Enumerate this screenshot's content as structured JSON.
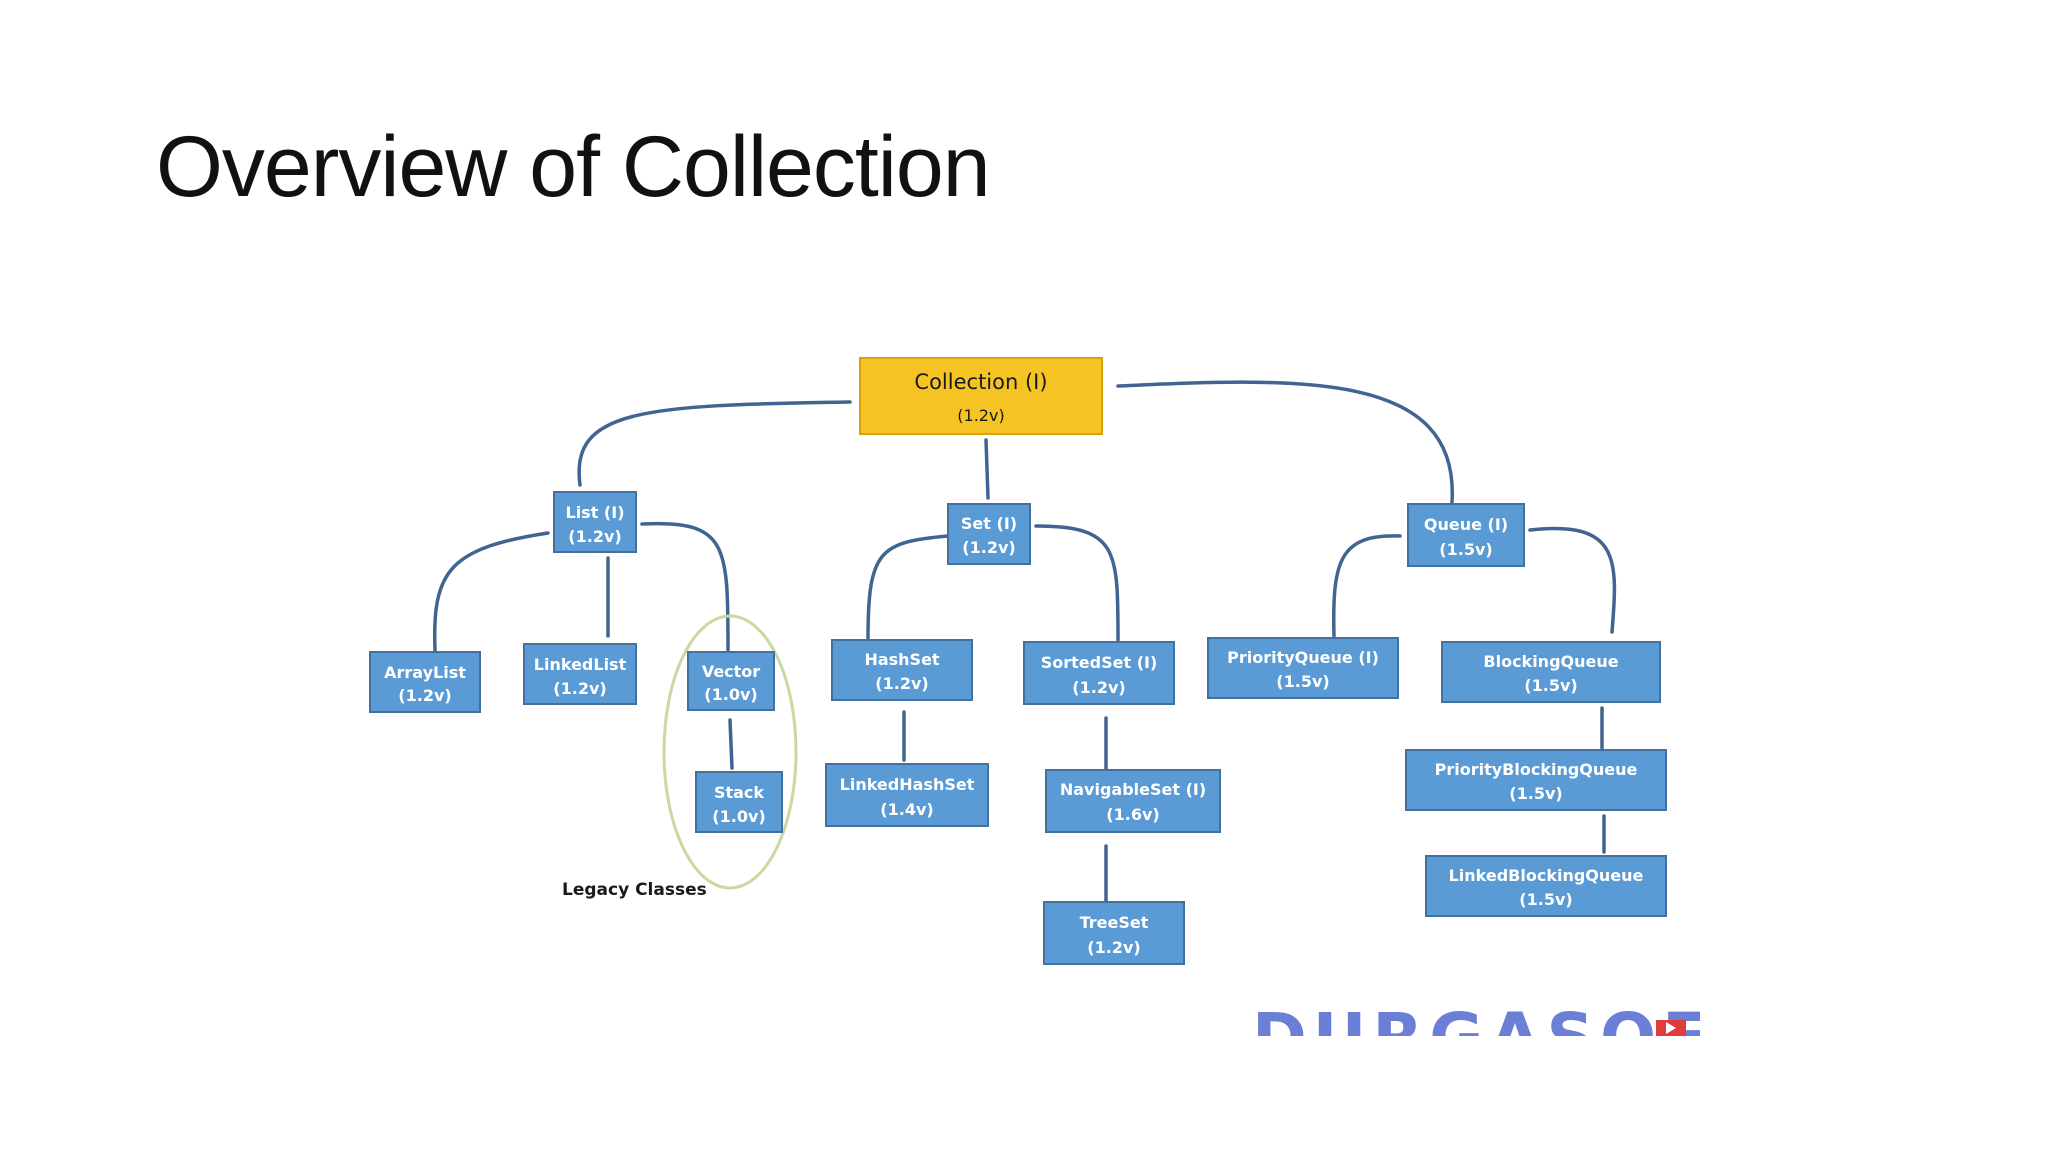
{
  "slide": {
    "title": "Overview of Collection"
  },
  "nodes": {
    "collection": {
      "name": "Collection (I)",
      "version": "(1.2v)"
    },
    "list": {
      "name": "List (I)",
      "version": "(1.2v)"
    },
    "set": {
      "name": "Set (I)",
      "version": "(1.2v)"
    },
    "queue": {
      "name": "Queue (I)",
      "version": "(1.5v)"
    },
    "arraylist": {
      "name": "ArrayList",
      "version": "(1.2v)"
    },
    "linkedlist": {
      "name": "LinkedList",
      "version": "(1.2v)"
    },
    "vector": {
      "name": "Vector",
      "version": "(1.0v)"
    },
    "stack": {
      "name": "Stack",
      "version": "(1.0v)"
    },
    "hashset": {
      "name": "HashSet",
      "version": "(1.2v)"
    },
    "linkedhashset": {
      "name": "LinkedHashSet",
      "version": "(1.4v)"
    },
    "sortedset": {
      "name": "SortedSet (I)",
      "version": "(1.2v)"
    },
    "navigableset": {
      "name": "NavigableSet (I)",
      "version": "(1.6v)"
    },
    "treeset": {
      "name": "TreeSet",
      "version": "(1.2v)"
    },
    "priorityqueue": {
      "name": "PriorityQueue (I)",
      "version": "(1.5v)"
    },
    "blockingqueue": {
      "name": "BlockingQueue",
      "version": "(1.5v)"
    },
    "priorityblockingqueue": {
      "name": "PriorityBlockingQueue",
      "version": "(1.5v)"
    },
    "linkedblockingqueue": {
      "name": "LinkedBlockingQueue",
      "version": "(1.5v)"
    }
  },
  "legacy_label": "Legacy Classes",
  "watermark": "DURGASOFT",
  "colors": {
    "box_fill": "#5b9bd5",
    "box_stroke": "#41719c",
    "root_fill": "#f6c325",
    "connector": "#3f6590",
    "ellipse": "#c9d9a0"
  }
}
